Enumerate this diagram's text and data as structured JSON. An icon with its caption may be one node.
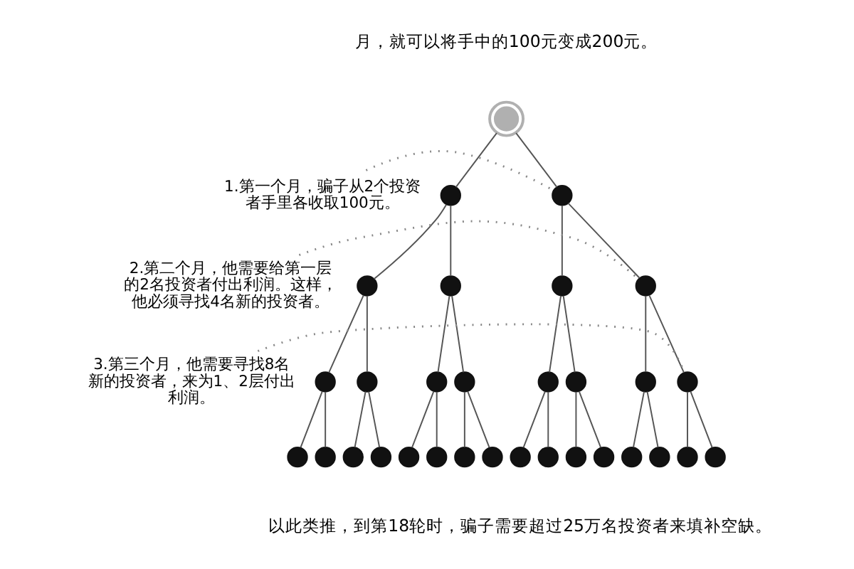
{
  "diagram": {
    "nodes": [
      {
        "text": [],
        "shape": "circle"
      },
      {
        "text": [],
        "shape": "circle"
      },
      {
        "text": [],
        "shape": "circle"
      },
      {
        "text": [],
        "shape": "circle"
      },
      {
        "text": [],
        "shape": "circle"
      },
      {
        "text": [],
        "shape": "circle"
      },
      {
        "text": [],
        "shape": "circle"
      },
      {
        "text": [],
        "shape": "circle"
      },
      {
        "text": [],
        "shape": "circle"
      },
      {
        "text": [],
        "shape": "circle"
      },
      {
        "text": [],
        "shape": "circle"
      },
      {
        "text": [],
        "shape": "circle"
      },
      {
        "text": [],
        "shape": "circle"
      },
      {
        "text": [],
        "shape": "circle"
      },
      {
        "text": [],
        "shape": "circle"
      },
      {
        "text": [],
        "shape": "circle"
      },
      {
        "text": [],
        "shape": "circle"
      },
      {
        "text": [],
        "shape": "circle"
      },
      {
        "text": [],
        "shape": "circle"
      },
      {
        "text": [],
        "shape": "circle"
      },
      {
        "text": [],
        "shape": "circle"
      },
      {
        "text": [],
        "shape": "circle"
      },
      {
        "text": [],
        "shape": "circle"
      },
      {
        "text": [],
        "shape": "circle"
      },
      {
        "text": [],
        "shape": "circle"
      },
      {
        "text": [],
        "shape": "circle"
      },
      {
        "text": [],
        "shape": "circle"
      },
      {
        "text": [],
        "shape": "circle"
      },
      {
        "text": [],
        "shape": "circle"
      },
      {
        "text": [],
        "shape": "circle"
      },
      {
        "text": [],
        "shape": "circle"
      },
      {
        "text": [
          "1.第一个月，骗子从2个投资者手里各收取100元。"
        ]
      },
      {
        "text": [
          "2.第二个月，他需要给第一层的2名投资者付出利润。这样，他必须寻找4名新的投资者。"
        ]
      },
      {
        "text": [
          "3.第三个月，他需要寻找8名新的投资者，来为1、2层付出利润。"
        ]
      }
    ],
    "edges": [
      {
        "from": 0,
        "to": 1,
        "arrow": "none"
      },
      {
        "from": 0,
        "to": 2,
        "arrow": "none"
      },
      {
        "from": 1,
        "to": 3,
        "arrow": "none"
      },
      {
        "from": 1,
        "to": 4,
        "arrow": "none"
      },
      {
        "from": 2,
        "to": 5,
        "arrow": "none"
      },
      {
        "from": 2,
        "to": 6,
        "arrow": "none"
      },
      {
        "from": 3,
        "to": 7,
        "arrow": "none"
      },
      {
        "from": 3,
        "to": 8,
        "arrow": "none"
      },
      {
        "from": 4,
        "to": 9,
        "arrow": "none"
      },
      {
        "from": 4,
        "to": 10,
        "arrow": "none"
      },
      {
        "from": 5,
        "to": 11,
        "arrow": "none"
      },
      {
        "from": 5,
        "to": 12,
        "arrow": "none"
      },
      {
        "from": 6,
        "to": 13,
        "arrow": "none"
      },
      {
        "from": 6,
        "to": 14,
        "arrow": "none"
      },
      {
        "from": 7,
        "to": 15,
        "arrow": "none"
      },
      {
        "from": 7,
        "to": 16,
        "arrow": "none"
      },
      {
        "from": 8,
        "to": 17,
        "arrow": "none"
      },
      {
        "from": 8,
        "to": 18,
        "arrow": "none"
      },
      {
        "from": 9,
        "to": 19,
        "arrow": "none"
      },
      {
        "from": 9,
        "to": 20,
        "arrow": "none"
      },
      {
        "from": 10,
        "to": 21,
        "arrow": "none"
      },
      {
        "from": 10,
        "to": 22,
        "arrow": "none"
      },
      {
        "from": 11,
        "to": 23,
        "arrow": "none"
      },
      {
        "from": 11,
        "to": 24,
        "arrow": "none"
      },
      {
        "from": 12,
        "to": 25,
        "arrow": "none"
      },
      {
        "from": 12,
        "to": 26,
        "arrow": "none"
      },
      {
        "from": 13,
        "to": 27,
        "arrow": "none"
      },
      {
        "from": 13,
        "to": 28,
        "arrow": "none"
      },
      {
        "from": 14,
        "to": 29,
        "arrow": "none"
      },
      {
        "from": 14,
        "to": 30,
        "arrow": "none"
      },
      {
        "from": 31,
        "to": 2,
        "arrow": "none",
        "style": "dashed",
        "color": "#888888"
      },
      {
        "from": 32,
        "to": 6,
        "arrow": "none",
        "style": "dashed",
        "color": "#888888"
      },
      {
        "from": 33,
        "to": 14,
        "arrow": "none",
        "style": "dashed",
        "color": "#888888"
      }
    ],
    "labels": [
      "月，就可以将手中的100元变成200元。",
      "以此类推，到第18轮时，骗子需要超过25万名投资者来填补空缺。"
    ]
  }
}
